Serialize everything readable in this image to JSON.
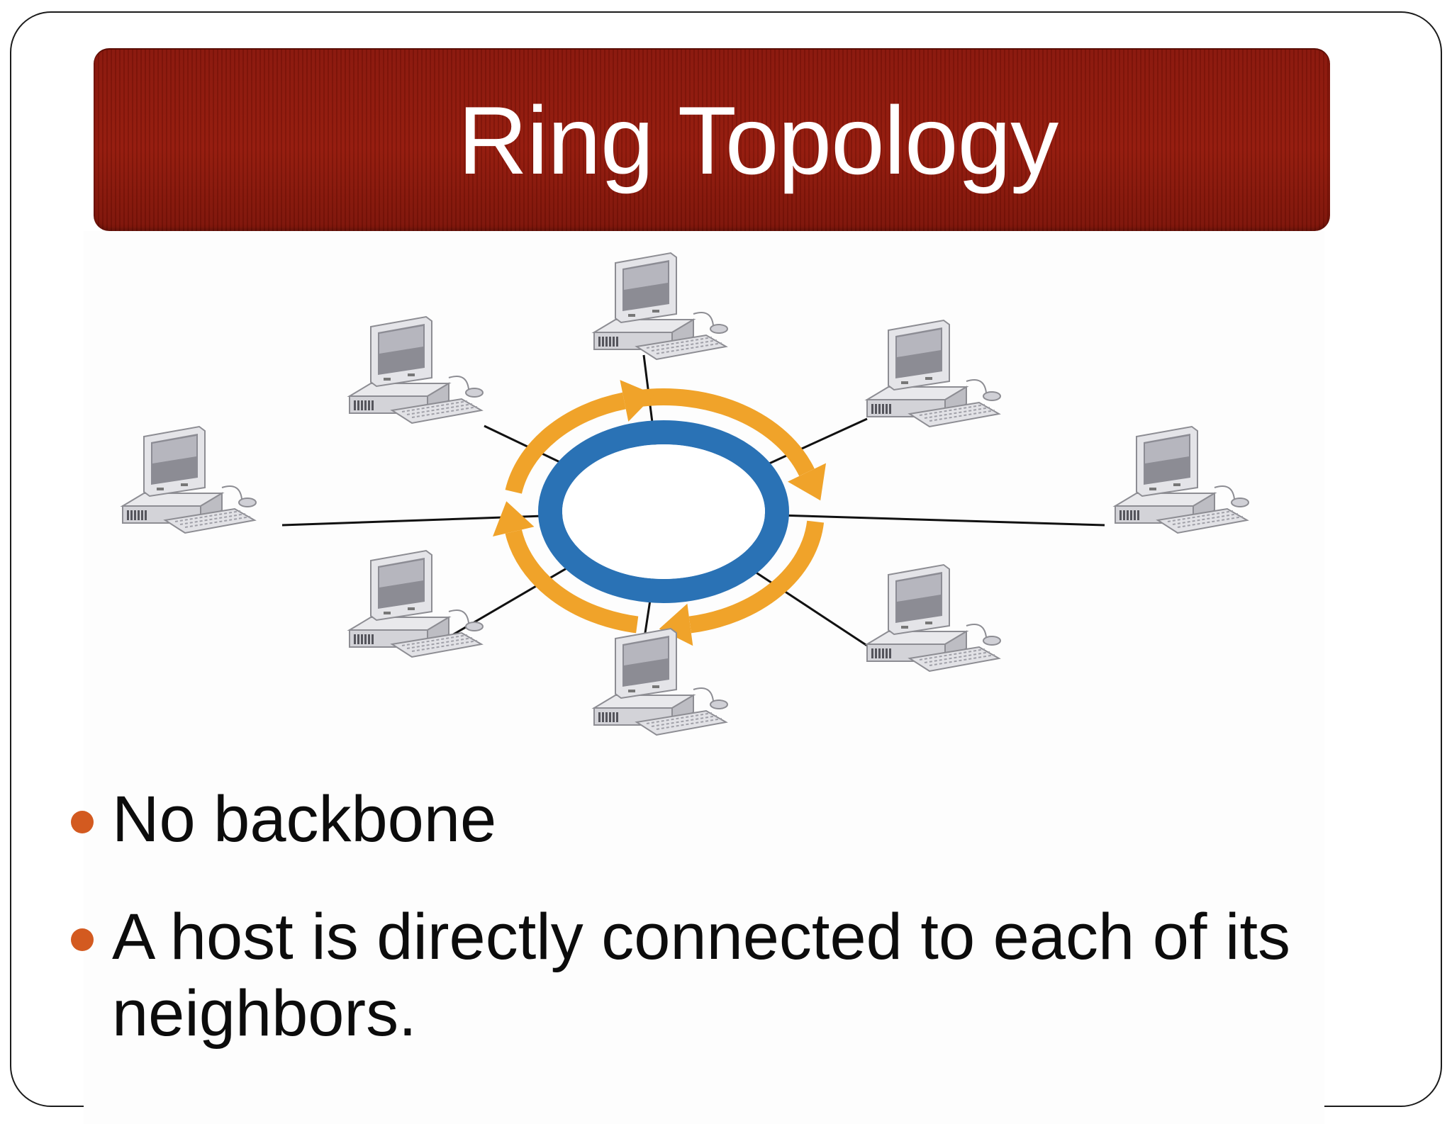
{
  "slide": {
    "title": "Ring Topology",
    "bullets": [
      "No backbone",
      "A host is directly connected to each of its neighbors."
    ]
  },
  "diagram": {
    "hosts": [
      "computer",
      "computer",
      "computer",
      "computer",
      "computer",
      "computer",
      "computer",
      "computer"
    ],
    "colors": {
      "title_bar": "#8b170b",
      "ring": "#2a72b5",
      "arrows": "#f0a32a",
      "bullet": "#d35a20",
      "link": "#111111"
    },
    "icons": [
      "computer-icon",
      "ring-icon",
      "arrow-icon",
      "bullet-dot-icon"
    ]
  }
}
